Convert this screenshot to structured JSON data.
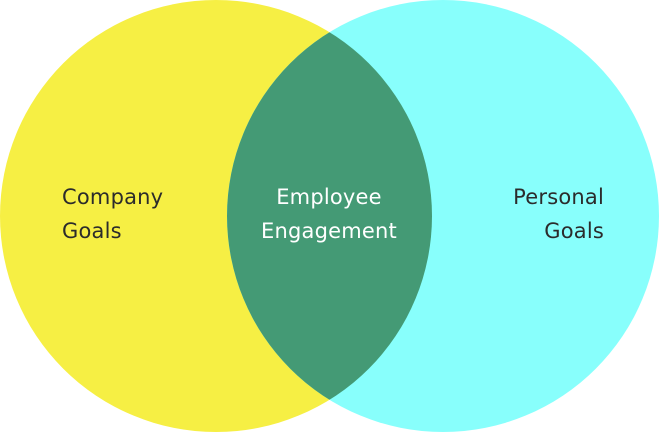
{
  "diagram": {
    "type": "venn",
    "colors": {
      "background": "#ffffff",
      "left_circle": "#f6ef44",
      "right_circle": "#88fffc",
      "intersection": "#449a75",
      "dark_text": "#2b2b2b",
      "light_text": "#ffffff"
    },
    "sets": [
      {
        "id": "company-goals",
        "lines": [
          "Company",
          "Goals"
        ]
      },
      {
        "id": "personal-goals",
        "lines": [
          "Personal",
          "Goals"
        ]
      }
    ],
    "intersection": {
      "id": "employee-engagement",
      "lines": [
        "Employee",
        "Engagement"
      ]
    }
  }
}
